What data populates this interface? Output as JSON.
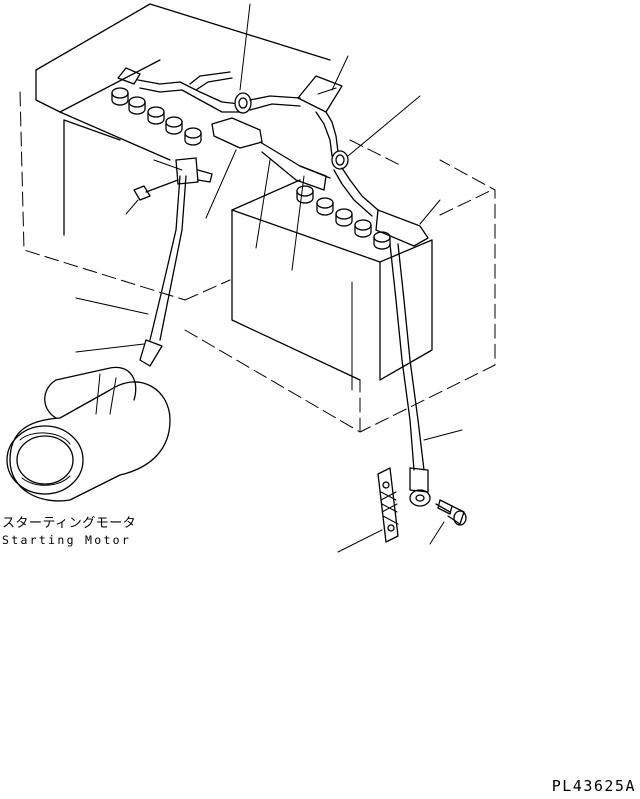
{
  "diagram": {
    "component_label_ja": "スターティングモータ",
    "component_label_en": "Starting Motor",
    "drawing_code": "PL43625A"
  }
}
